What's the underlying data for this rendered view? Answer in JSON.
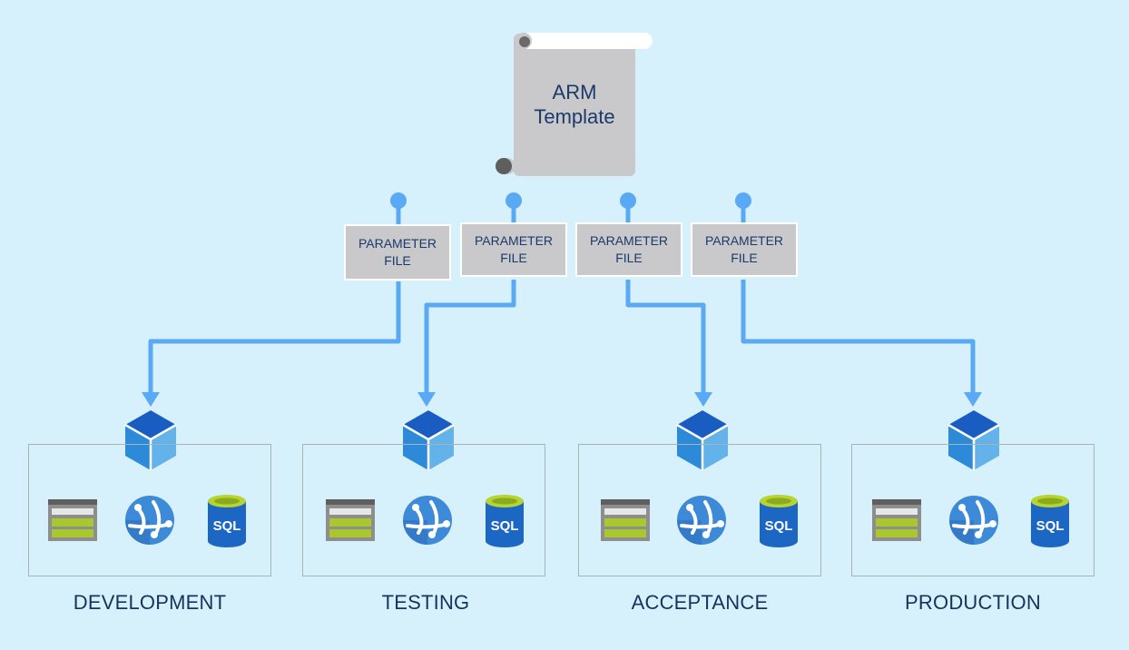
{
  "template": {
    "line1": "ARM",
    "line2": "Template"
  },
  "parameter_files": [
    {
      "line1": "PARAMETER",
      "line2": "FILE"
    },
    {
      "line1": "PARAMETER",
      "line2": "FILE"
    },
    {
      "line1": "PARAMETER",
      "line2": "FILE"
    },
    {
      "line1": "PARAMETER",
      "line2": "FILE"
    }
  ],
  "environments": [
    {
      "label": "DEVELOPMENT",
      "resources": [
        "storage-icon",
        "app-service-icon",
        "sql-database-icon"
      ]
    },
    {
      "label": "TESTING",
      "resources": [
        "storage-icon",
        "app-service-icon",
        "sql-database-icon"
      ]
    },
    {
      "label": "ACCEPTANCE",
      "resources": [
        "storage-icon",
        "app-service-icon",
        "sql-database-icon"
      ]
    },
    {
      "label": "PRODUCTION",
      "resources": [
        "storage-icon",
        "app-service-icon",
        "sql-database-icon"
      ]
    }
  ],
  "sql_icon_text": "SQL",
  "colors": {
    "background": "#d6f1fc",
    "arrow": "#5aa9f5",
    "scroll": "#c9c9cb",
    "text": "#1b3a6b",
    "cube_top": "#1a5dc2",
    "cube_left": "#2c8ad8",
    "cube_right": "#63b3ea",
    "storage_green": "#a9c82d",
    "db_blue": "#1d67c4",
    "db_green": "#b7d431"
  }
}
